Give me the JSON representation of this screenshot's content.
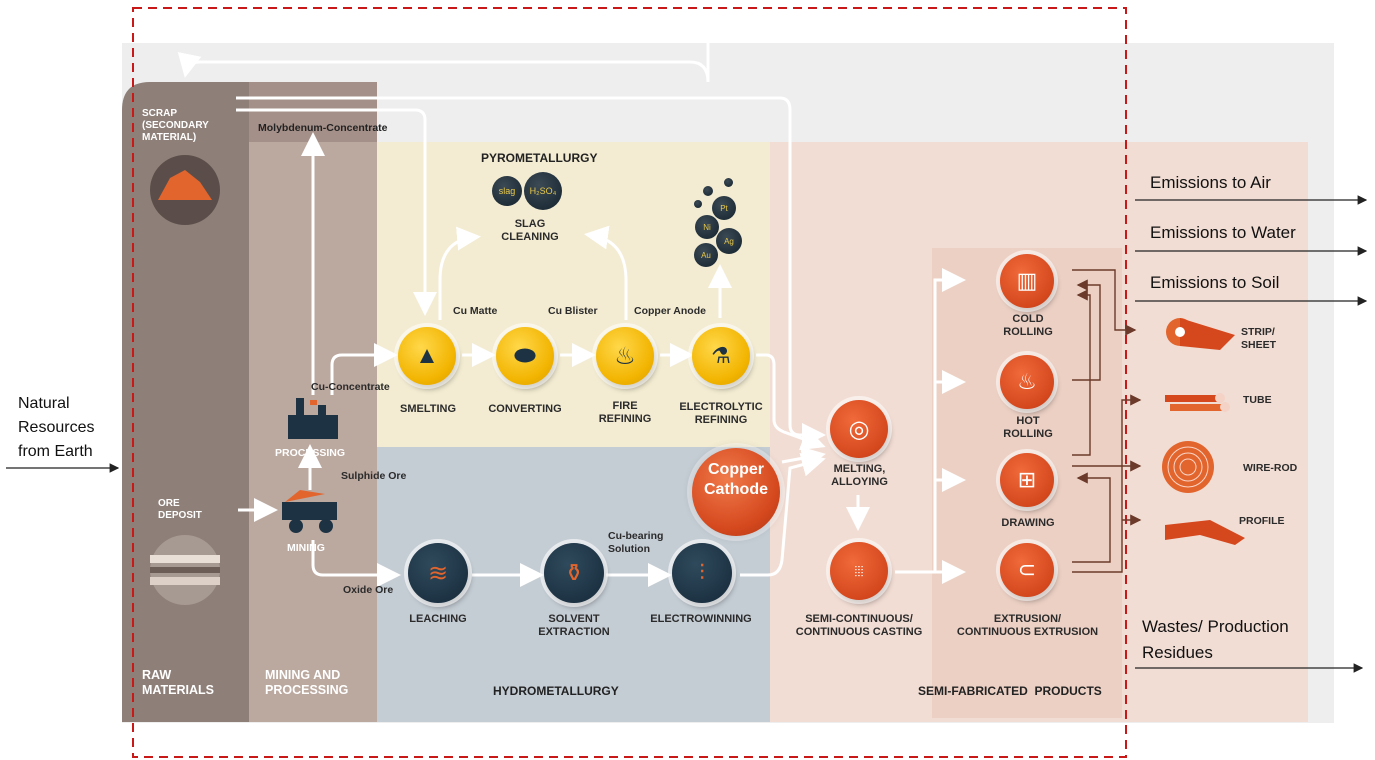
{
  "colors": {
    "raw": "#8e7f78",
    "mining": "#bba89f",
    "pyro": "#f3ecd2",
    "hydro": "#c4ccd4",
    "semi": "#f2ddd4",
    "frame": "#c81818",
    "yellow": "#f2b400",
    "blue": "#1d3344",
    "orange": "#d5481e"
  },
  "left_input": {
    "label": [
      "Natural",
      "Resources",
      "from Earth"
    ]
  },
  "raw_materials": {
    "scrap": [
      "SCRAP",
      "(SECONDARY",
      "MATERIAL)"
    ],
    "ore_deposit": [
      "ORE",
      "DEPOSIT"
    ],
    "section": [
      "RAW",
      "MATERIALS"
    ]
  },
  "mining": {
    "molybdenum": "Molybdenum-Concentrate",
    "processing": "PROCESSING",
    "mining": "MINING",
    "section": [
      "MINING AND",
      "PROCESSING"
    ],
    "cu_concentrate": "Cu-Concentrate",
    "sulphide_ore": "Sulphide Ore",
    "oxide_ore": "Oxide Ore"
  },
  "pyro": {
    "title": "PYROMETALLURGY",
    "slag": [
      "SLAG",
      "CLEANING"
    ],
    "slag_ball": "slag",
    "h2so4": "H₂SO₄",
    "metals": [
      "Pt",
      "Ni",
      "Ag",
      "Au"
    ],
    "cu_matte": "Cu Matte",
    "cu_blister": "Cu Blister",
    "copper_anode": "Copper Anode",
    "smelting": "SMELTING",
    "converting": "CONVERTING",
    "fire_refining": [
      "FIRE",
      "REFINING"
    ],
    "electrolytic": [
      "ELECTROLYTIC",
      "REFINING"
    ]
  },
  "hydro": {
    "title": "HYDROMETALLURGY",
    "leaching": "LEACHING",
    "solvent": [
      "SOLVENT",
      "EXTRACTION"
    ],
    "cu_bearing": [
      "Cu-bearing",
      "Solution"
    ],
    "electrowinning": "ELECTROWINNING",
    "copper_cathode": [
      "Copper",
      "Cathode"
    ]
  },
  "semi": {
    "melting": [
      "MELTING,",
      "ALLOYING"
    ],
    "casting": [
      "SEMI-CONTINUOUS/",
      "CONTINUOUS CASTING"
    ],
    "cold": [
      "COLD",
      "ROLLING"
    ],
    "hot": [
      "HOT",
      "ROLLING"
    ],
    "drawing": "DRAWING",
    "extrusion": [
      "EXTRUSION/",
      "CONTINUOUS EXTRUSION"
    ],
    "section": "SEMI-FABRICATED  PRODUCTS"
  },
  "products": {
    "strip": [
      "STRIP/",
      "SHEET"
    ],
    "tube": "TUBE",
    "wire": "WIRE-ROD",
    "profile": "PROFILE"
  },
  "outputs": {
    "air": "Emissions to Air",
    "water": "Emissions to Water",
    "soil": "Emissions to Soil",
    "wastes": [
      "Wastes/ Production",
      "Residues"
    ]
  }
}
